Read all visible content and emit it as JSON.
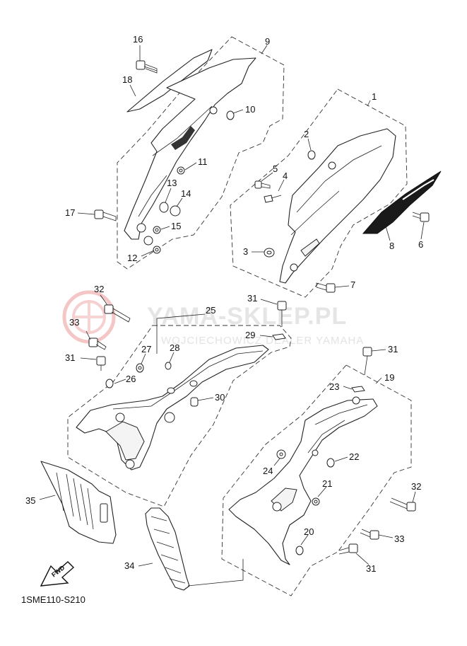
{
  "watermark": {
    "brand": "YAMA-SKLEP.PL",
    "tagline": "WOJCIECHOWICZ DEALER YAMAHA"
  },
  "diagram": {
    "code": "1SME110-S210",
    "fwd_label": "FWD"
  },
  "callouts": [
    {
      "id": "c16",
      "text": "16"
    },
    {
      "id": "c9",
      "text": "9"
    },
    {
      "id": "c18",
      "text": "18"
    },
    {
      "id": "c10",
      "text": "10"
    },
    {
      "id": "c1",
      "text": "1"
    },
    {
      "id": "c2",
      "text": "2"
    },
    {
      "id": "c11",
      "text": "11"
    },
    {
      "id": "c5",
      "text": "5"
    },
    {
      "id": "c4",
      "text": "4"
    },
    {
      "id": "c13",
      "text": "13"
    },
    {
      "id": "c14",
      "text": "14"
    },
    {
      "id": "c17",
      "text": "17"
    },
    {
      "id": "c15",
      "text": "15"
    },
    {
      "id": "c8",
      "text": "8"
    },
    {
      "id": "c6",
      "text": "6"
    },
    {
      "id": "c12",
      "text": "12"
    },
    {
      "id": "c3",
      "text": "3"
    },
    {
      "id": "c7",
      "text": "7"
    },
    {
      "id": "c32a",
      "text": "32"
    },
    {
      "id": "c31a",
      "text": "31"
    },
    {
      "id": "c25",
      "text": "25"
    },
    {
      "id": "c33a",
      "text": "33"
    },
    {
      "id": "c29",
      "text": "29"
    },
    {
      "id": "c27",
      "text": "27"
    },
    {
      "id": "c28",
      "text": "28"
    },
    {
      "id": "c31b",
      "text": "31"
    },
    {
      "id": "c31c",
      "text": "31"
    },
    {
      "id": "c26",
      "text": "26"
    },
    {
      "id": "c19",
      "text": "19"
    },
    {
      "id": "c23",
      "text": "23"
    },
    {
      "id": "c30",
      "text": "30"
    },
    {
      "id": "c22",
      "text": "22"
    },
    {
      "id": "c24",
      "text": "24"
    },
    {
      "id": "c35",
      "text": "35"
    },
    {
      "id": "c21",
      "text": "21"
    },
    {
      "id": "c32b",
      "text": "32"
    },
    {
      "id": "c20",
      "text": "20"
    },
    {
      "id": "c33b",
      "text": "33"
    },
    {
      "id": "c34",
      "text": "34"
    },
    {
      "id": "c31d",
      "text": "31"
    }
  ]
}
